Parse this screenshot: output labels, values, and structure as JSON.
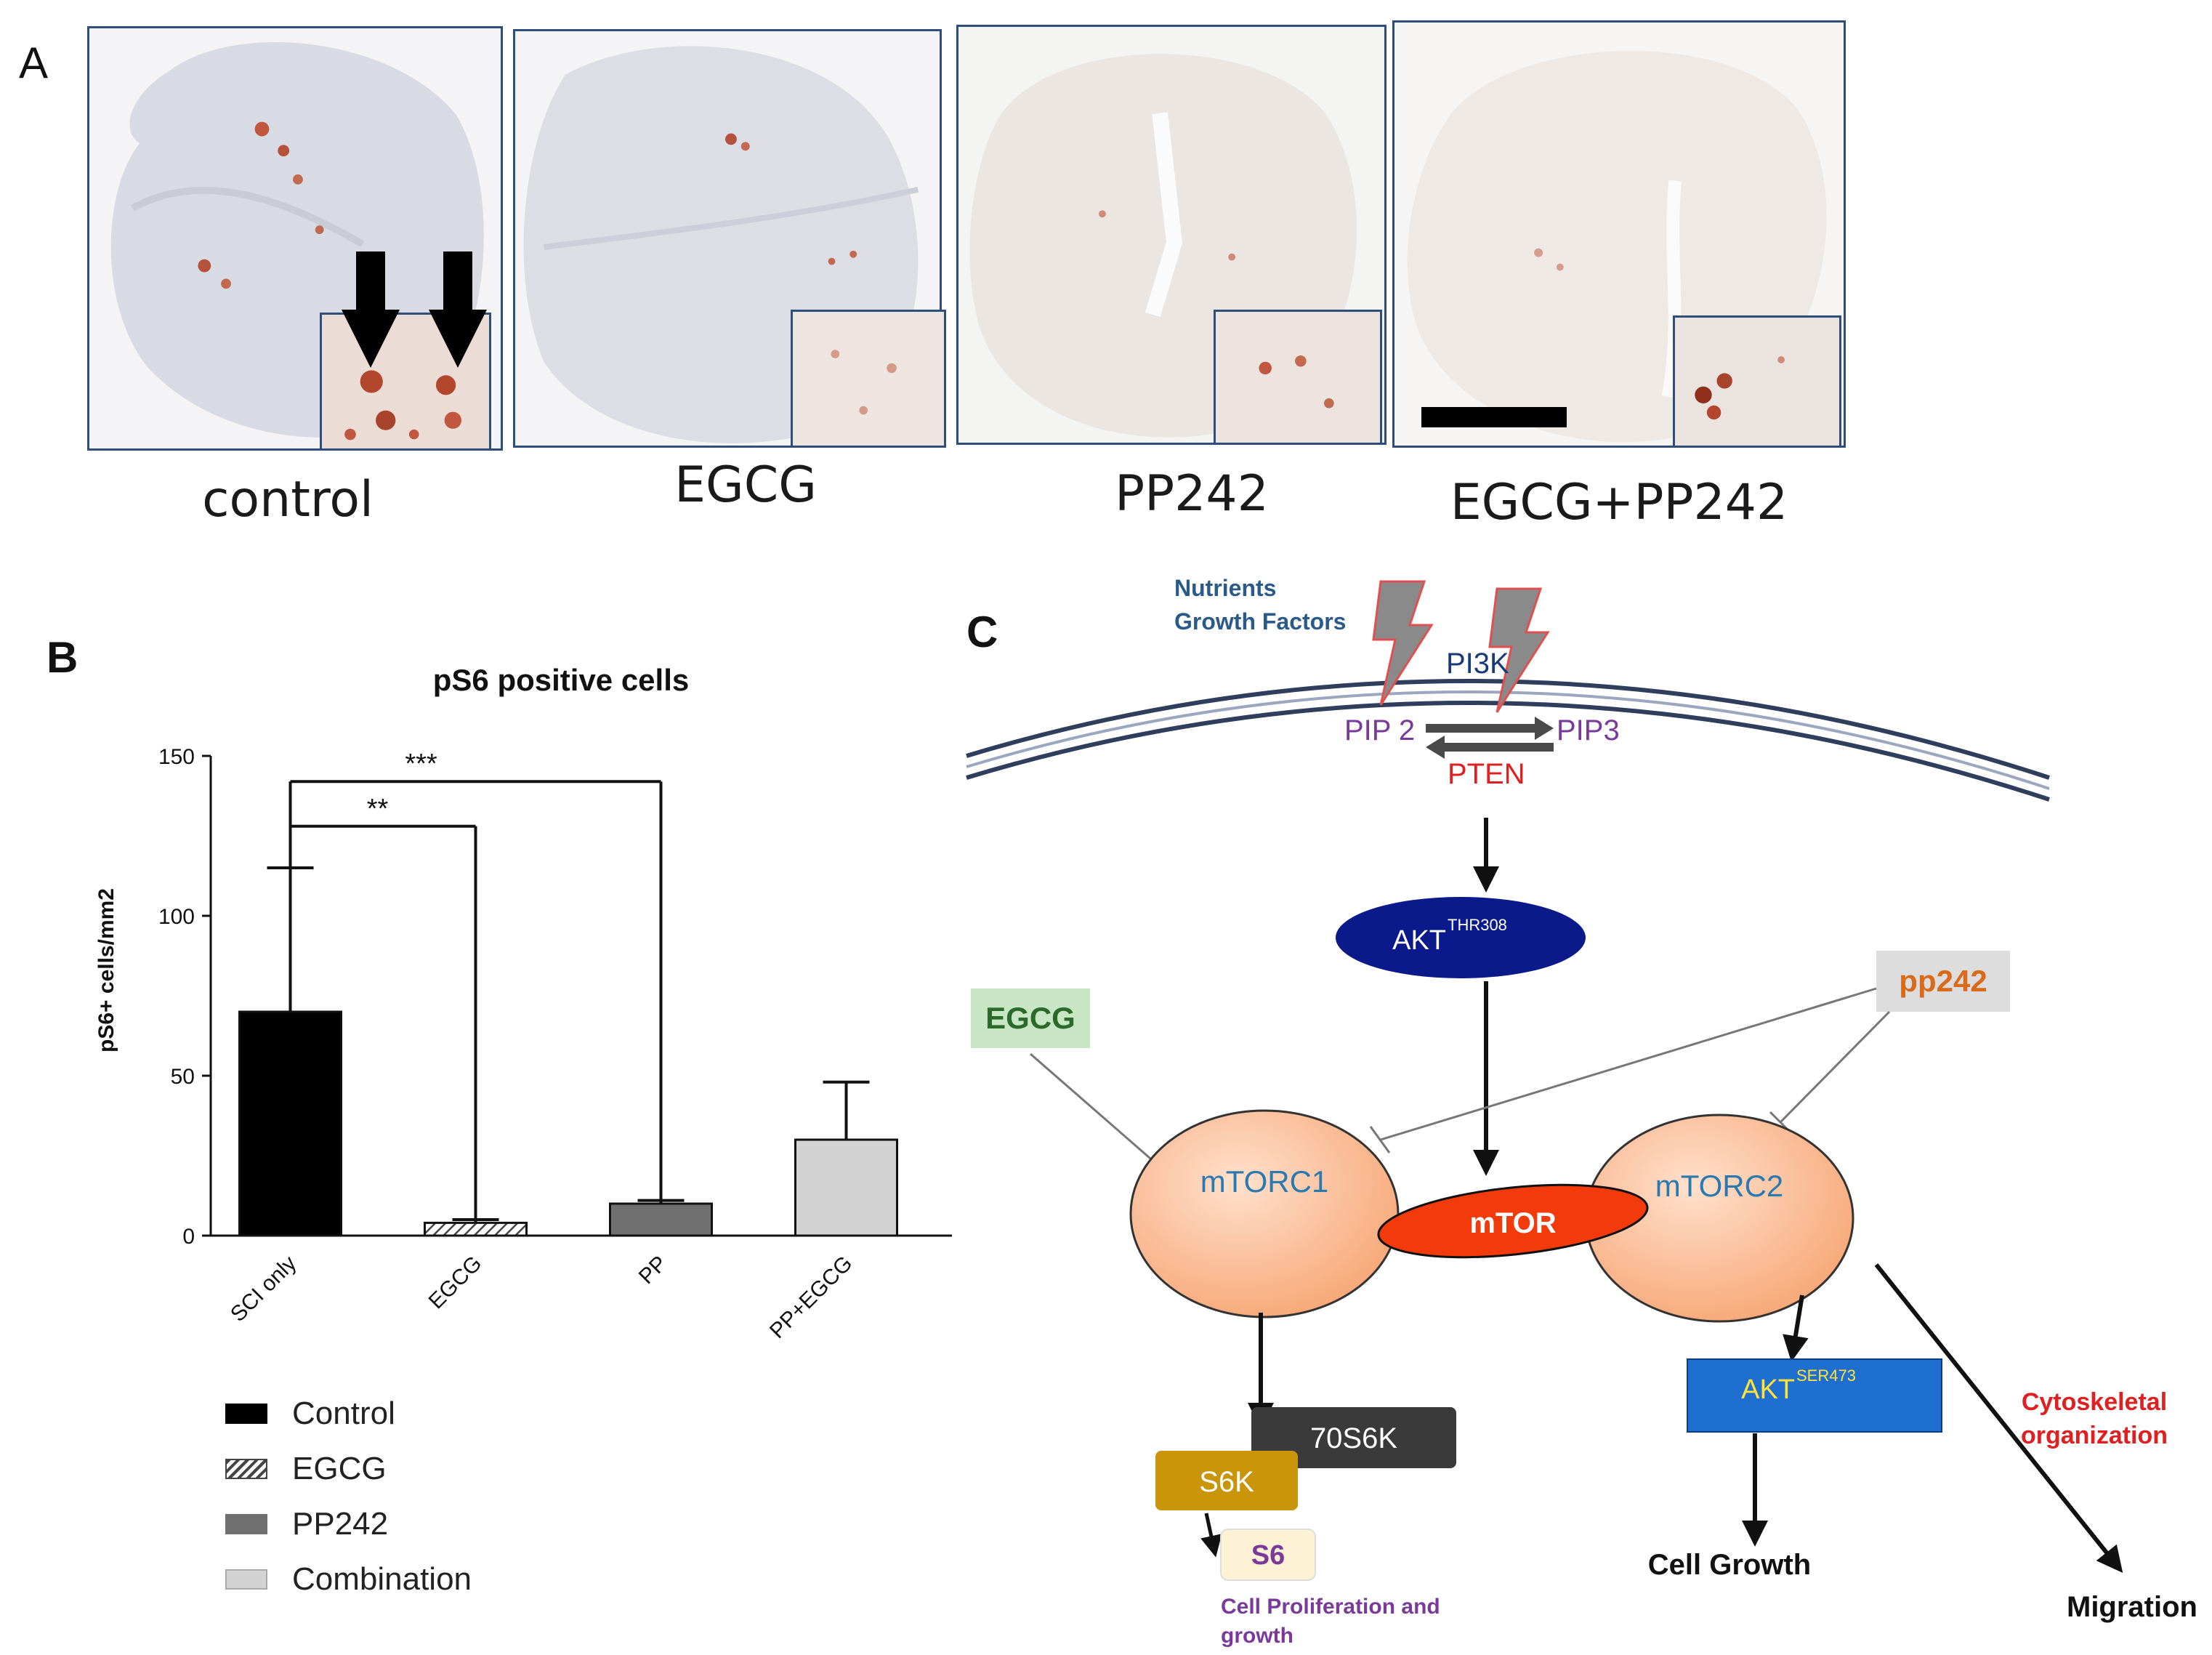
{
  "panel_a": {
    "letter": "A",
    "conditions": [
      {
        "label": "control"
      },
      {
        "label": "EGCG"
      },
      {
        "label": "PP242"
      },
      {
        "label": "EGCG+PP242"
      }
    ]
  },
  "panel_b": {
    "letter": "B",
    "legend": [
      {
        "label": "Control",
        "color": "#000000",
        "pattern": "solid"
      },
      {
        "label": "EGCG",
        "color": "#444444",
        "pattern": "hatch"
      },
      {
        "label": "PP242",
        "color": "#707070",
        "pattern": "solid"
      },
      {
        "label": "Combination",
        "color": "#d3d3d3",
        "pattern": "solid"
      }
    ]
  },
  "chart_data": {
    "type": "bar",
    "title": "pS6 positive cells",
    "xlabel": "",
    "ylabel": "pS6+ cells/mm2",
    "ylim": [
      0,
      150
    ],
    "yticks": [
      0,
      50,
      100,
      150
    ],
    "categories": [
      "SCI only",
      "EGCG",
      "PP",
      "PP+EGCG"
    ],
    "values": [
      70,
      4,
      10,
      30
    ],
    "error_upper": [
      115,
      5,
      11,
      48
    ],
    "colors": [
      "#000000",
      "#444444",
      "#707070",
      "#d3d3d3"
    ],
    "significance": [
      {
        "from": "SCI only",
        "to": "EGCG",
        "label": "**"
      },
      {
        "from": "SCI only",
        "to": "PP",
        "label": "***"
      }
    ],
    "grid": false
  },
  "panel_c": {
    "letter": "C",
    "nutrients": "Nutrients",
    "growth_factors": "Growth Factors",
    "pi3k": "PI3K",
    "pip2": "PIP 2",
    "pip3": "PIP3",
    "pten": "PTEN",
    "akt_thr": "AKT",
    "akt_thr_sup": "THR308",
    "egcg": "EGCG",
    "pp242": "pp242",
    "mtorc1": "mTORC1",
    "mtorc2": "mTORC2",
    "mtor": "mTOR",
    "p70s6k": "70S6K",
    "s6k": "S6K",
    "s6": "S6",
    "akt_ser": "AKT",
    "akt_ser_sup": "SER473",
    "cyto_line1": "Cytoskeletal",
    "cyto_line2": "organization",
    "cell_prolif_line1": "Cell Proliferation and",
    "cell_prolif_line2": "growth",
    "cell_growth": "Cell Growth",
    "migration": "Migration"
  }
}
